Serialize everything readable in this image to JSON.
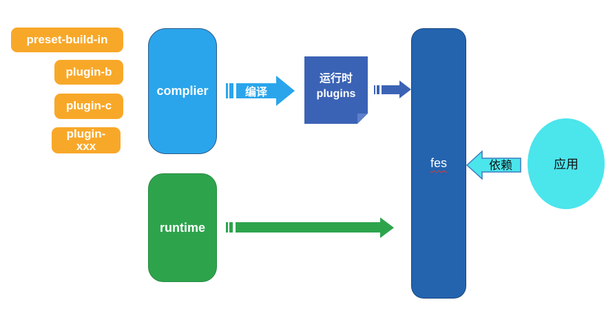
{
  "plugins": {
    "items": [
      "preset-build-in",
      "plugin-b",
      "plugin-c",
      "plugin-xxx"
    ]
  },
  "nodes": {
    "complier": "complier",
    "runtime_plugins": {
      "line1": "运行时",
      "line2": "plugins"
    },
    "fes": "fes",
    "runtime": "runtime",
    "app": "应用"
  },
  "arrows": {
    "compile": "编译",
    "depends": "依赖"
  },
  "colors": {
    "plugin_orange": "#F8A829",
    "complier_blue": "#2AA5EC",
    "note_indigo": "#3B63B5",
    "fes_blue": "#2463AE",
    "runtime_green": "#2DA44C",
    "app_cyan": "#4BE5EC",
    "depends_border_blue": "#3E7BBF",
    "spellcheck_red": "#E03A2F"
  }
}
